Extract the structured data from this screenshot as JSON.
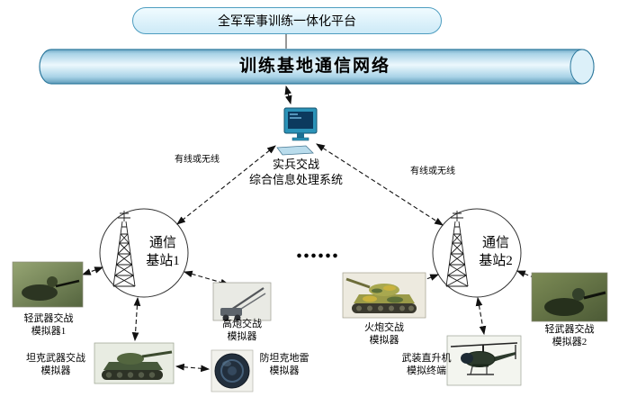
{
  "platform": {
    "title": "全军军事训练一体化平台"
  },
  "network": {
    "label": "训练基地通信网络"
  },
  "processing_system": {
    "line1": "实兵交战",
    "line2": "综合信息处理系统"
  },
  "links": {
    "left_label": "有线或无线",
    "right_label": "有线或无线"
  },
  "stations": {
    "left": {
      "line1": "通信",
      "line2": "基站1"
    },
    "right": {
      "line1": "通信",
      "line2": "基站2"
    }
  },
  "ellipsis": "......",
  "simulators": {
    "light_weapon_1": {
      "line1": "轻武器交战",
      "line2": "模拟器1"
    },
    "aa_gun": {
      "line1": "高炮交战",
      "line2": "模拟器"
    },
    "tank_weapon": {
      "line1": "坦克武器交战",
      "line2": "模拟器"
    },
    "anti_tank_mine": {
      "line1": "防坦克地雷",
      "line2": "模拟器"
    },
    "artillery": {
      "line1": "火炮交战",
      "line2": "模拟器"
    },
    "helicopter": {
      "line1": "武装直升机",
      "line2": "模拟终端"
    },
    "light_weapon_2": {
      "line1": "轻武器交战",
      "line2": "模拟器2"
    }
  },
  "colors": {
    "pill_fill": "#cdeaf7",
    "cylinder_stroke": "#2f7a9e",
    "arrow": "#111111"
  }
}
